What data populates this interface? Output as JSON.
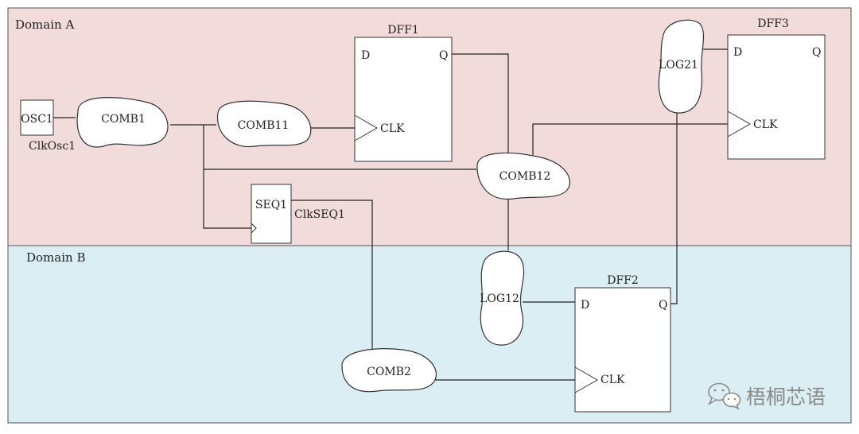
{
  "domains": {
    "a": {
      "label": "Domain A",
      "color": "#f2dcdb"
    },
    "b": {
      "label": "Domain B",
      "color": "#daeef3"
    }
  },
  "blocks": {
    "osc1": {
      "label": "OSC1",
      "clock_label": "ClkOsc1"
    },
    "comb1": {
      "label": "COMB1"
    },
    "comb11": {
      "label": "COMB11"
    },
    "comb12": {
      "label": "COMB12"
    },
    "comb2": {
      "label": "COMB2"
    },
    "log21": {
      "label": "LOG21"
    },
    "log12": {
      "label": "LOG12"
    },
    "seq1": {
      "label": "SEQ1",
      "clock_label": "ClkSEQ1"
    }
  },
  "flipflops": {
    "dff1": {
      "title": "DFF1",
      "d": "D",
      "q": "Q",
      "clk": "CLK"
    },
    "dff2": {
      "title": "DFF2",
      "d": "D",
      "q": "Q",
      "clk": "CLK"
    },
    "dff3": {
      "title": "DFF3",
      "d": "D",
      "q": "Q",
      "clk": "CLK"
    }
  },
  "watermark": {
    "text": "梧桐芯语",
    "icon": "wechat-icon"
  },
  "colors": {
    "wire": "#222222",
    "border": "#555555",
    "block_fill": "#ffffff"
  }
}
